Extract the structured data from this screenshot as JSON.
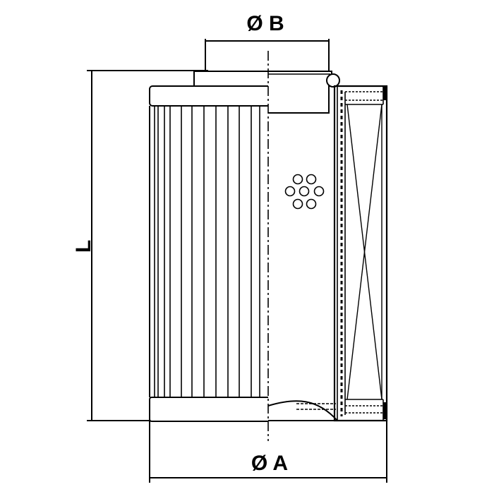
{
  "dimensions": {
    "diameter_b": "Ø B",
    "length": "L",
    "diameter_a": "Ø A"
  },
  "colors": {
    "line": "#000000",
    "background": "#ffffff"
  }
}
